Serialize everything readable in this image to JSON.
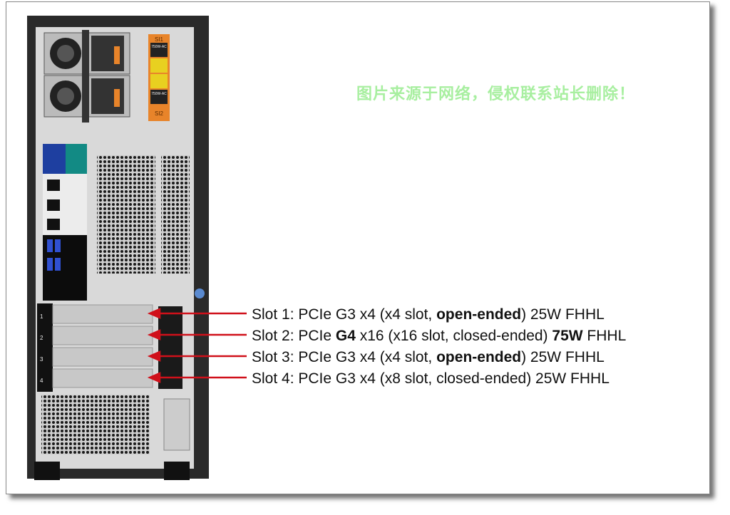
{
  "watermark": "图片来源于网络，侵权联系站长删除！",
  "psu_labels": {
    "top": "SI1",
    "bottom": "SI2",
    "rating": "750W-AC"
  },
  "slots": [
    {
      "parts": [
        {
          "t": "Slot 1: PCIe G3 x4 (x4 slot, ",
          "b": false
        },
        {
          "t": "open-ended",
          "b": true
        },
        {
          "t": ") 25W FHHL",
          "b": false
        }
      ]
    },
    {
      "parts": [
        {
          "t": "Slot 2: PCIe ",
          "b": false
        },
        {
          "t": "G4",
          "b": true
        },
        {
          "t": " x16 (x16 slot, closed-ended) ",
          "b": false
        },
        {
          "t": "75W",
          "b": true
        },
        {
          "t": " FHHL",
          "b": false
        }
      ]
    },
    {
      "parts": [
        {
          "t": "Slot 3: PCIe G3 x4 (x4 slot, ",
          "b": false
        },
        {
          "t": "open-ended",
          "b": true
        },
        {
          "t": ") 25W FHHL",
          "b": false
        }
      ]
    },
    {
      "parts": [
        {
          "t": "Slot 4: PCIe G3 x4 (x8 slot, closed-ended) 25W FHHL",
          "b": false
        }
      ]
    }
  ],
  "slot_numbers": [
    "1",
    "2",
    "3",
    "4"
  ],
  "colors": {
    "arrow": "#d0101a",
    "psu_label": "#e8842a",
    "vga": "#1e3fa0",
    "serial": "#128a84"
  }
}
